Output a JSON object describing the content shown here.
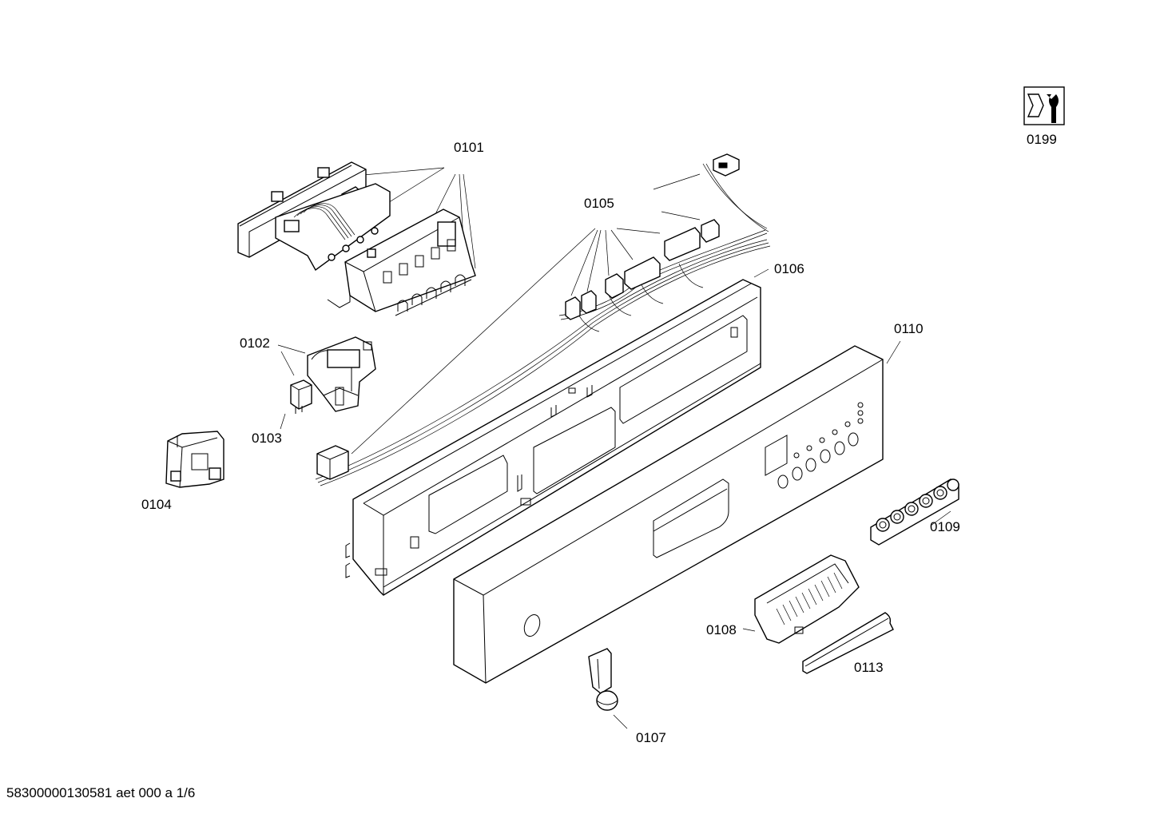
{
  "parts": [
    {
      "id": "0101",
      "label": "0101"
    },
    {
      "id": "0102",
      "label": "0102"
    },
    {
      "id": "0103",
      "label": "0103"
    },
    {
      "id": "0104",
      "label": "0104"
    },
    {
      "id": "0105",
      "label": "0105"
    },
    {
      "id": "0106",
      "label": "0106"
    },
    {
      "id": "0107",
      "label": "0107"
    },
    {
      "id": "0108",
      "label": "0108"
    },
    {
      "id": "0109",
      "label": "0109"
    },
    {
      "id": "0110",
      "label": "0110"
    },
    {
      "id": "0113",
      "label": "0113"
    },
    {
      "id": "0199",
      "label": "0199"
    }
  ],
  "footer": {
    "text": "58300000130581 aet 000 a 1/6"
  },
  "icons": {
    "service": "wrench-nut-icon"
  },
  "colors": {
    "line": "#000000",
    "background": "#ffffff"
  }
}
